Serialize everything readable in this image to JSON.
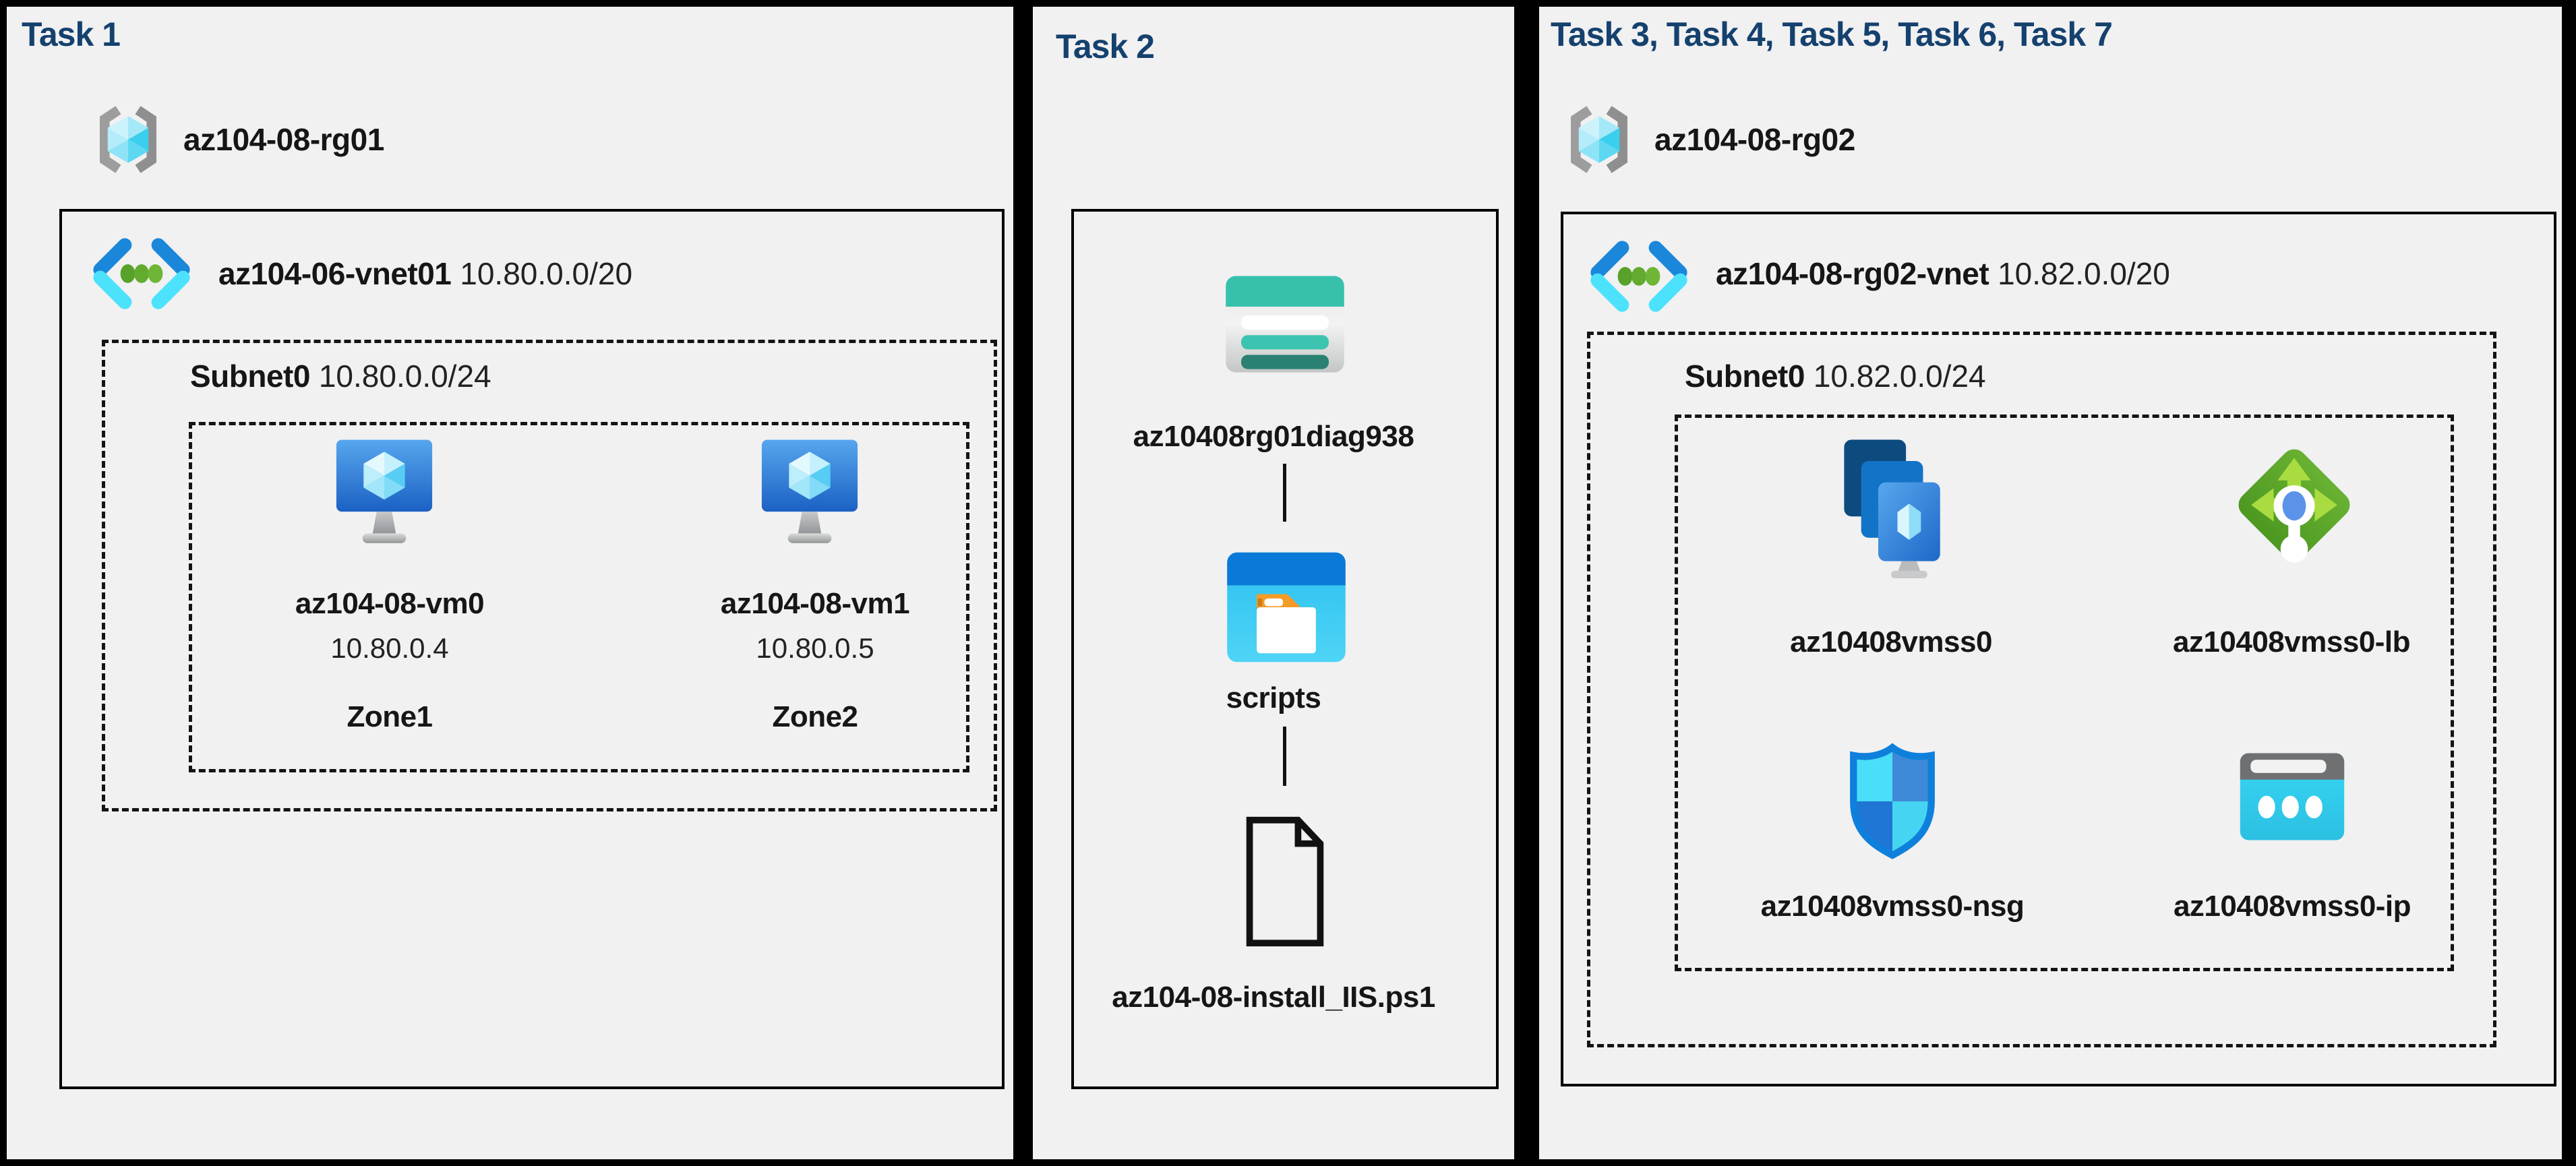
{
  "diagram": {
    "colors": {
      "title_navy": "#15416e",
      "panel_bg": "#f1f1f2",
      "frame_black": "#000000",
      "text": "#161616",
      "vnet_blue": "#1b87da",
      "vnet_cyan": "#4ce2fc",
      "storage_teal": "#37c1ad",
      "folder_orange": "#f59b28",
      "lb_green": "#68b133",
      "nsg_blue": "#0e80dc",
      "ip_cyan": "#39d6f4"
    },
    "icon_legend": [
      "resource-group-icon",
      "virtual-network-icon",
      "virtual-machine-icon",
      "storage-account-icon",
      "blob-container-folder-icon",
      "script-file-icon",
      "vm-scale-set-icon",
      "load-balancer-icon",
      "network-security-group-icon",
      "public-ip-icon"
    ],
    "panel1": {
      "title": "Task 1",
      "resource_group": "az104-08-rg01",
      "vnet_name": "az104-06-vnet01",
      "vnet_cidr": "10.80.0.0/20",
      "subnet_name": "Subnet0",
      "subnet_cidr": "10.80.0.0/24",
      "vm0": {
        "name": "az104-08-vm0",
        "ip": "10.80.0.4",
        "zone": "Zone1"
      },
      "vm1": {
        "name": "az104-08-vm1",
        "ip": "10.80.0.5",
        "zone": "Zone2"
      }
    },
    "panel2": {
      "title": "Task 2",
      "storage_account": "az10408rg01diag938",
      "container": "scripts",
      "script_file": "az104-08-install_IIS.ps1"
    },
    "panel3": {
      "title": "Task 3, Task 4, Task 5, Task 6, Task 7",
      "resource_group": "az104-08-rg02",
      "vnet_name": "az104-08-rg02-vnet",
      "vnet_cidr": "10.82.0.0/20",
      "subnet_name": "Subnet0",
      "subnet_cidr": "10.82.0.0/24",
      "vmss": "az10408vmss0",
      "load_balancer": "az10408vmss0-lb",
      "nsg": "az10408vmss0-nsg",
      "public_ip": "az10408vmss0-ip"
    }
  }
}
